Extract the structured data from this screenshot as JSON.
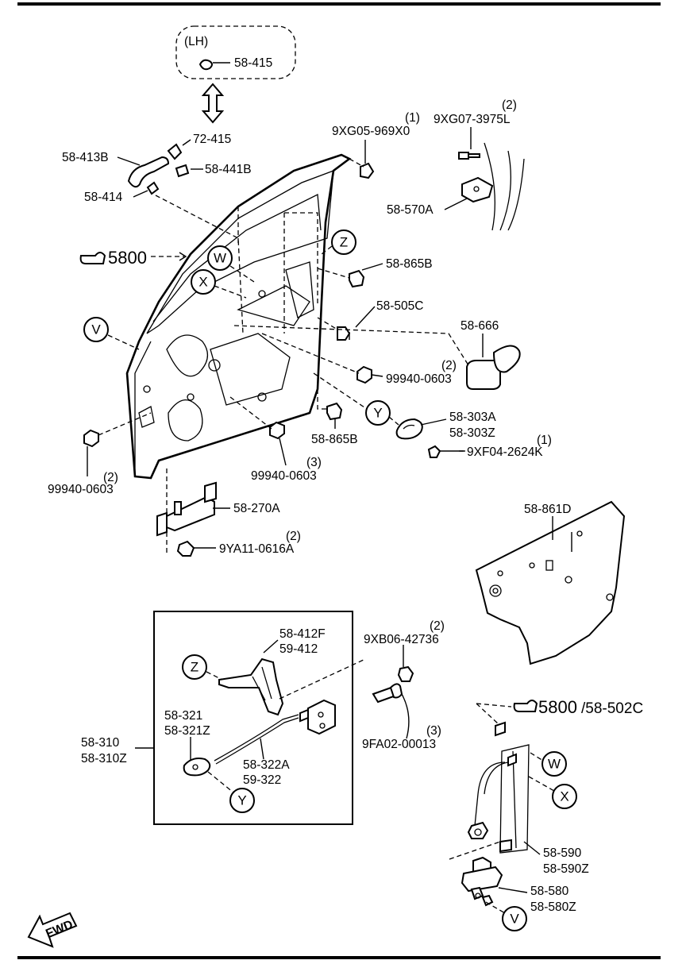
{
  "callouts": {
    "lh_tag": "(LH)",
    "p58_415": "58-415",
    "p72_415": "72-415",
    "p58_413b": "58-413B",
    "p58_441b": "58-441B",
    "p58_414": "58-414",
    "p9xg05_num": "(1)",
    "p9xg05": "9XG05-969X0",
    "p9xg07_num": "(2)",
    "p9xg07": "9XG07-3975L",
    "p58_570a": "58-570A",
    "ref5800": "5800",
    "p58_865b_top": "58-865B",
    "p58_505c": "58-505C",
    "p58_666": "58-666",
    "p99940_r_num": "(2)",
    "p99940_r": "99940-0603",
    "p58_303a": "58-303A",
    "p58_303z": "58-303Z",
    "p9xf04_num": "(1)",
    "p9xf04": "9XF04-2624K",
    "p58_865b_bot": "58-865B",
    "p99940_m_num": "(3)",
    "p99940_m": "99940-0603",
    "p99940_l_num": "(2)",
    "p99940_l": "99940-0603",
    "p58_270a": "58-270A",
    "p9ya11_num": "(2)",
    "p9ya11": "9YA11-0616A",
    "p58_861d": "58-861D",
    "p58_412f": "58-412F",
    "p59_412": "59-412",
    "p9xb06_num": "(2)",
    "p9xb06": "9XB06-42736",
    "p58_321": "58-321",
    "p58_321z": "58-321Z",
    "p58_310": "58-310",
    "p58_310z": "58-310Z",
    "p58_322a": "58-322A",
    "p59_322": "59-322",
    "p9fa02_num": "(3)",
    "p9fa02": "9FA02-00013",
    "ref5800b": "5800",
    "ref58_502c": "/58-502C",
    "p58_590": "58-590",
    "p58_590z": "58-590Z",
    "p58_580": "58-580",
    "p58_580z": "58-580Z",
    "fwd": "FWD"
  },
  "reference_circles": {
    "w": "W",
    "x": "X",
    "z": "Z",
    "v": "V",
    "y": "Y",
    "z2": "Z",
    "y2": "Y",
    "w2": "W",
    "x2": "X",
    "v2": "V"
  },
  "icons": [
    "pointing-hand-icon",
    "fwd-arrow-icon",
    "double-arrow-icon"
  ]
}
